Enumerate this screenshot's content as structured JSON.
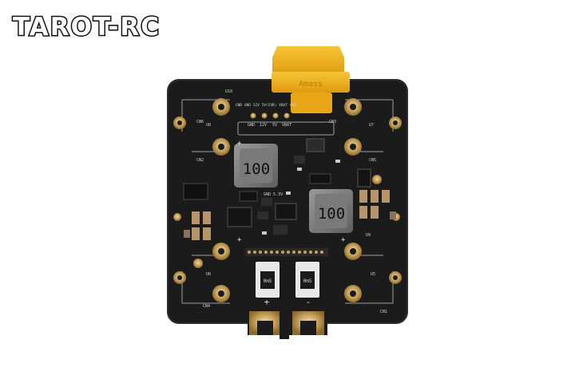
{
  "brand": {
    "text": "TAROT-RC"
  },
  "board": {
    "inductor_labels": [
      "100",
      "100"
    ],
    "connector_label": "Amass",
    "silkscreen": {
      "pads_header": "GND GND 12V 5V(CUR) VBAT GND",
      "pads_short": [
        "GND",
        "12V",
        "5V",
        "VBAT"
      ],
      "cn_labels": [
        "CN1",
        "CN2",
        "CN3",
        "CN4",
        "CN5",
        "CN6"
      ],
      "u_labels": [
        "U5",
        "U6",
        "U7",
        "U8",
        "U9",
        "U10"
      ],
      "side_label": "GND 5.3V",
      "shunt_labels": [
        "0m5",
        "0m5"
      ],
      "plus": "+",
      "minus": "-"
    }
  },
  "colors": {
    "board": "#1b1b1b",
    "gold": "#c8a25a",
    "connector": "#f2b21b",
    "brand_text": "#111111"
  }
}
